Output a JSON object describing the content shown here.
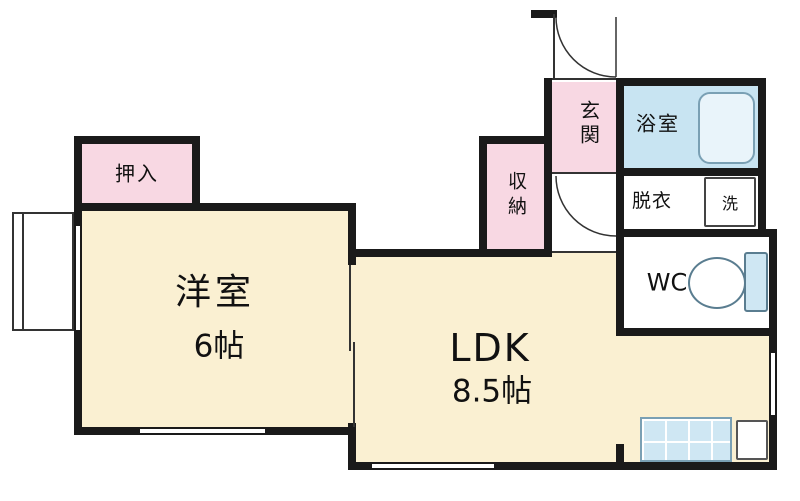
{
  "rooms": {
    "western_room": {
      "label": "洋室",
      "size": "6帖"
    },
    "ldk": {
      "label": "LDK",
      "size": "8.5帖"
    },
    "closet": {
      "label": "押入"
    },
    "storage": {
      "label": "収納"
    },
    "entrance": {
      "label": "玄関"
    },
    "bathroom": {
      "label": "浴室"
    },
    "dressing_room": {
      "label": "脱衣"
    },
    "washer": {
      "label": "洗"
    },
    "toilet": {
      "label": "WC"
    }
  },
  "colors": {
    "wall": "#1a1a1a",
    "room-fill": "#faf0d2",
    "closet-fill": "#f8d8e3",
    "bath-fill": "#c8e4f2",
    "fixture-blue": "#cfe7f3",
    "line": "#333333"
  }
}
